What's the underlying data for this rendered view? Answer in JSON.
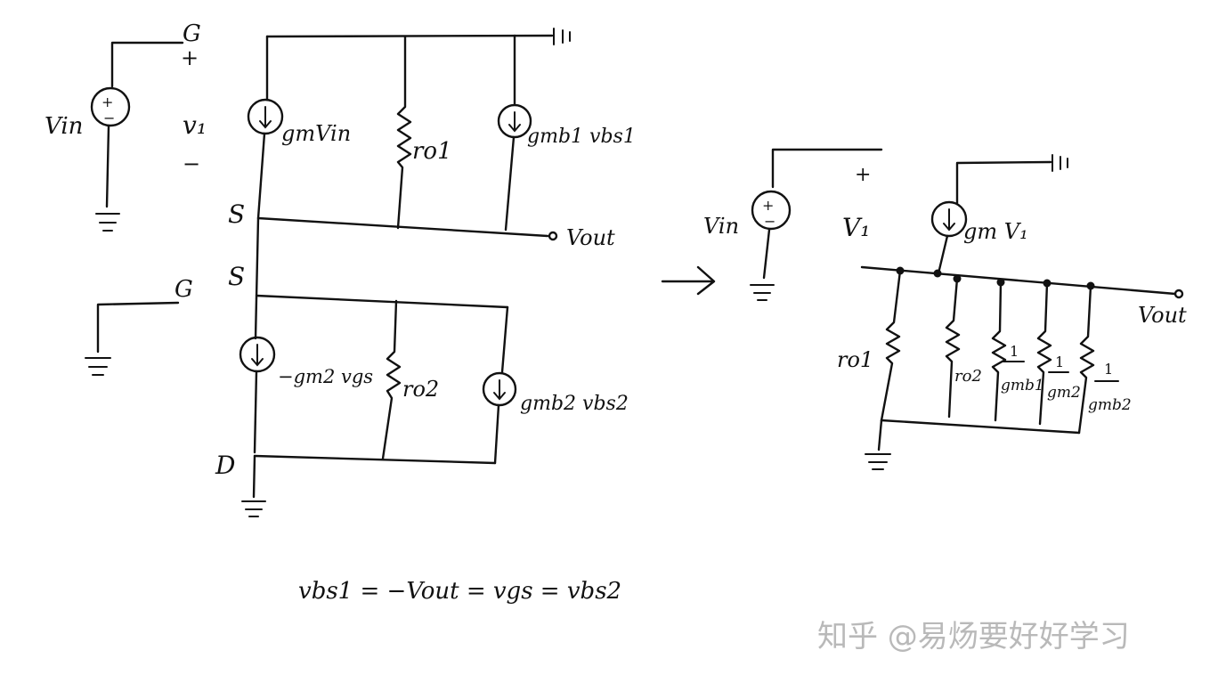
{
  "left_circuit": {
    "node_gate_top": "G",
    "v1_plus": "+",
    "v1_label": "v₁",
    "v1_minus": "−",
    "vin_label": "Vin",
    "source_top": "gmVin",
    "ro1": "ro1",
    "gmb1": "gmb1 vbs1",
    "node_s1": "S",
    "vout": "Vout",
    "node_s2": "S",
    "node_g2": "G",
    "source_bottom": "−gm2 vgs",
    "ro2": "ro2",
    "gmb2": "gmb2 vbs2",
    "node_d": "D"
  },
  "equation": "vbs1 = −Vout = vgs = vbs2",
  "right_circuit": {
    "vin_label": "Vin",
    "v1_plus": "+",
    "v1_label": "V₁",
    "source": "gm V₁",
    "vout": "Vout",
    "ro1": "ro1",
    "ro2": "ro2",
    "r3_num": "1",
    "r3_den": "gmb1",
    "r4_num": "1",
    "r4_den": "gm2",
    "r5_num": "1",
    "r5_den": "gmb2"
  },
  "watermark": "知乎 @易炀要好好学习"
}
